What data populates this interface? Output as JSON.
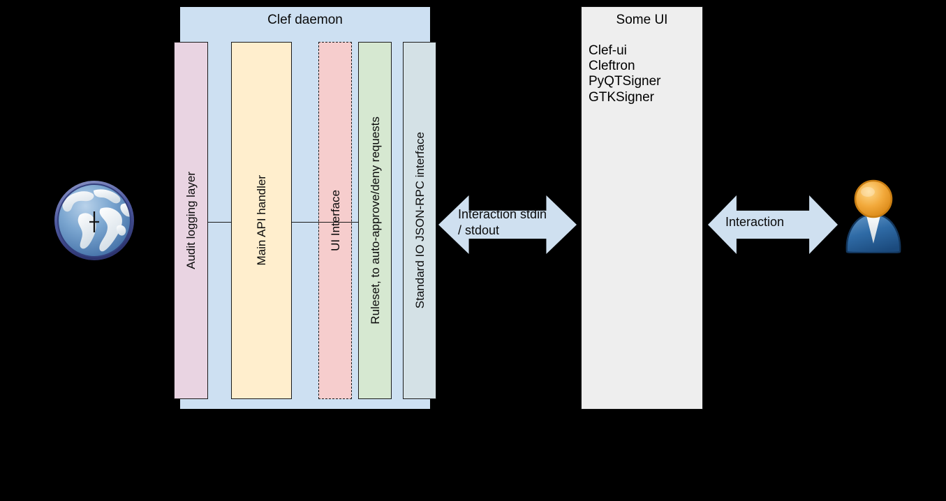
{
  "diagram": {
    "daemon": {
      "title": "Clef daemon",
      "lanes": [
        {
          "id": "audit",
          "label": "Audit logging layer",
          "color": "#e9d4e2",
          "border": "solid"
        },
        {
          "id": "api",
          "label": "Main API handler",
          "color": "#ffeecd",
          "border": "solid"
        },
        {
          "id": "ui",
          "label": "UI Interface",
          "color": "#f6cdcd",
          "border": "dashed"
        },
        {
          "id": "ruleset",
          "label": "Ruleset, to auto-approve/deny requests",
          "color": "#d6e8d1",
          "border": "solid"
        },
        {
          "id": "stdio",
          "label": "Standard IO JSON-RPC interface",
          "color": "#d4e1e6",
          "border": "solid"
        }
      ],
      "background": "#cde0f2"
    },
    "some_ui": {
      "title": "Some UI",
      "items": [
        "Clef-ui",
        "Cleftron",
        "PyQTSigner",
        "GTKSigner"
      ],
      "background": "#eeeeee"
    },
    "arrows": [
      {
        "id": "stdio-arrow",
        "label_line1": "Interaction stdin",
        "label_line2": "/ stdout",
        "color": "#cfe0f0"
      },
      {
        "id": "user-arrow",
        "label_line1": "Interaction",
        "label_line2": "",
        "color": "#cfe0f0"
      }
    ],
    "icons": {
      "globe": "globe-icon",
      "user": "user-icon"
    }
  }
}
